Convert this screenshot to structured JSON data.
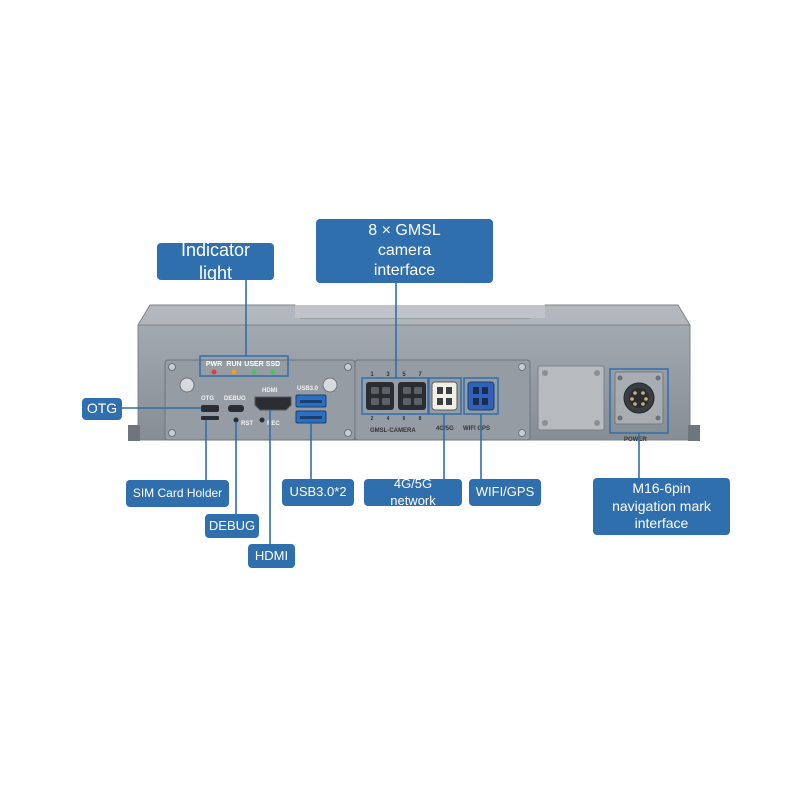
{
  "device": {
    "port_labels": {
      "otg": "OTG",
      "debug": "DEBUG",
      "hdmi": "HDMI",
      "usb": "USB3.0",
      "rst": "RST",
      "rec": "REC",
      "gmsl": "GMSL-CAMERA",
      "lte": "4G/5G",
      "wifi": "WIFI GPS",
      "power": "POWER"
    },
    "leds": [
      {
        "label": "PWR",
        "color": "#e23b3b"
      },
      {
        "label": "RUN",
        "color": "#f0a21c"
      },
      {
        "label": "USER",
        "color": "#4cc35a"
      },
      {
        "label": "SSD",
        "color": "#4cc35a"
      }
    ],
    "camera_numbers_top": [
      "1",
      "3",
      "5",
      "7"
    ],
    "camera_numbers_bottom": [
      "2",
      "4",
      "6",
      "8"
    ]
  },
  "callouts": {
    "indicator": "Indicator light",
    "gmsl": "8 × GMSL camera interface",
    "otg": "OTG",
    "sim": "SIM Card Holder",
    "debug": "DEBUG",
    "hdmi": "HDMI",
    "usb": "USB3.0*2",
    "lte": "4G/5G network",
    "wifi": "WIFI/GPS",
    "m16": "M16-6pin navigation mark interface"
  },
  "colors": {
    "callout": "#2f6fad",
    "highlight": "#2f6fad",
    "chassis": "#8e949b",
    "panel": "#9aa0a6"
  }
}
